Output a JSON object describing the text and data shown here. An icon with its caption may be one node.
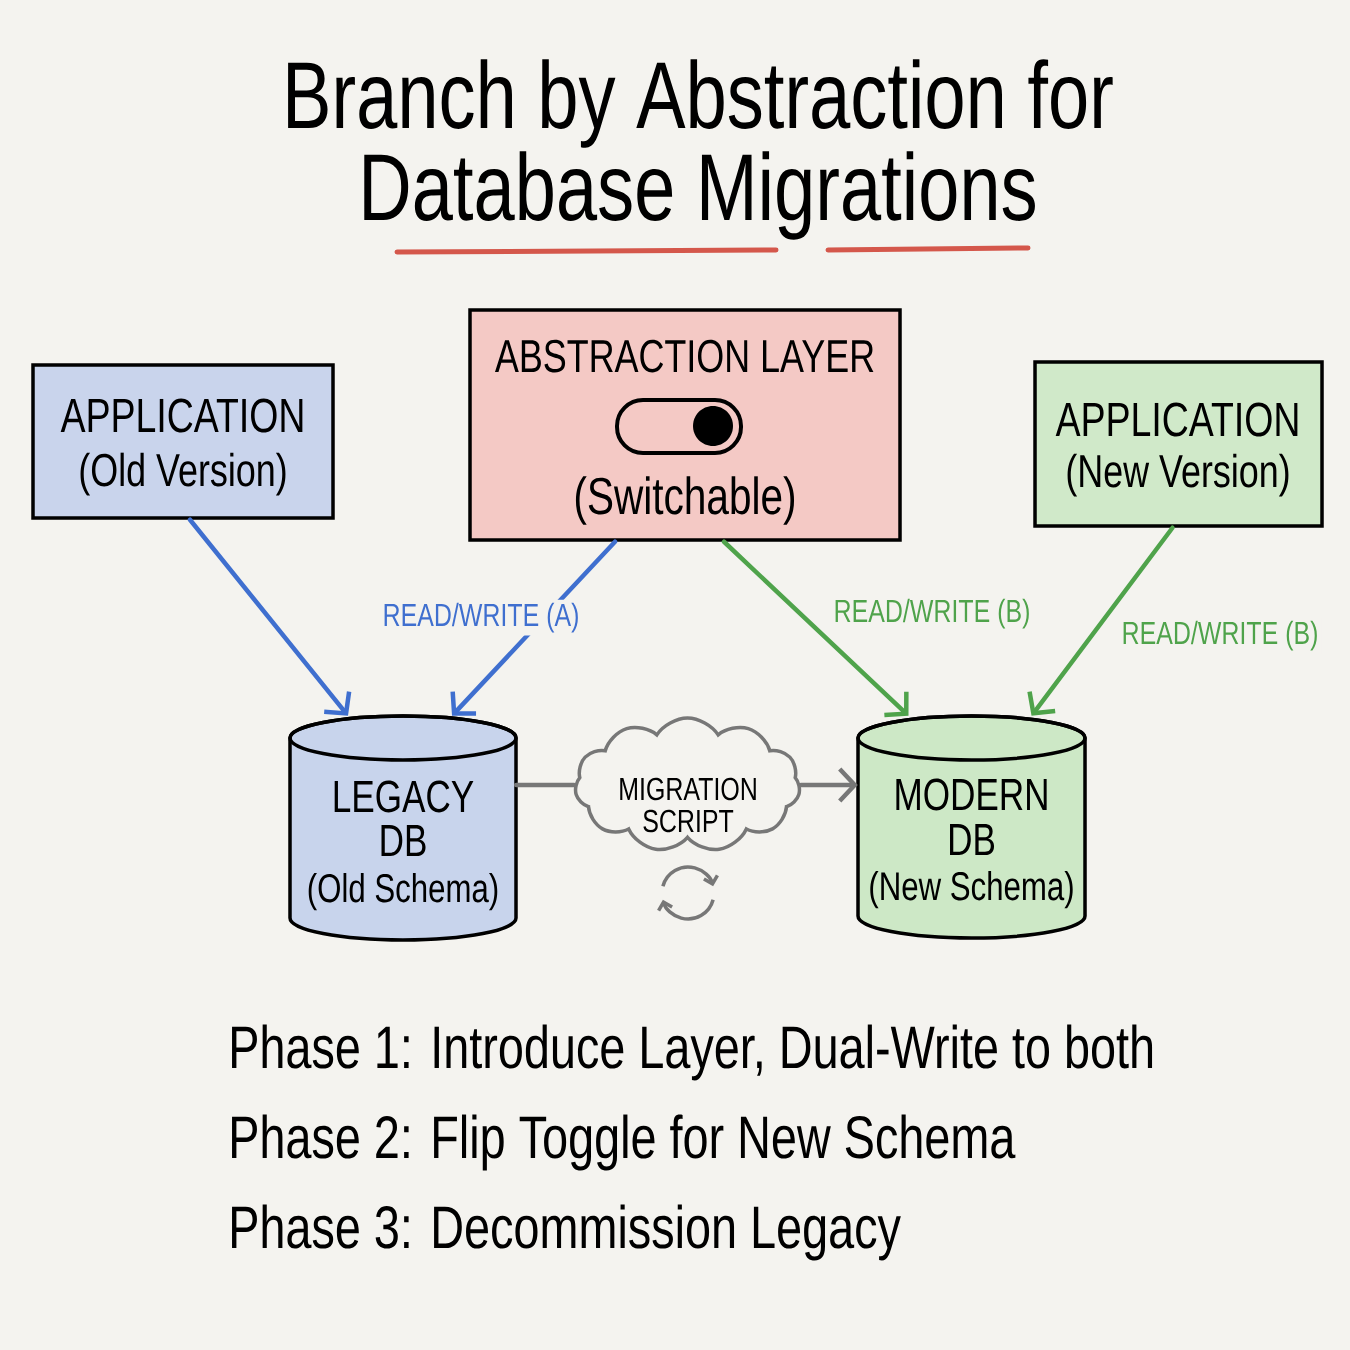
{
  "diagram": {
    "title": "Branch by Abstraction for Database Migrations",
    "nodes": [
      {
        "text": [
          "APPLICATION",
          "(Old Version)"
        ]
      },
      {
        "text": [
          "ABSTRACTION LAYER",
          "(Switchable)"
        ]
      },
      {
        "text": [
          "APPLICATION",
          "(New Version)"
        ]
      },
      {
        "text": [
          "LEGACY DB",
          "(Old Schema)"
        ]
      },
      {
        "text": [
          "MIGRATION SCRIPT"
        ]
      },
      {
        "text": [
          "MODERN DB",
          "(New Schema)"
        ]
      }
    ],
    "edges": [
      {
        "from": 0,
        "to": 3,
        "arrow": "to",
        "color": "#3f6fcf"
      },
      {
        "from": 1,
        "to": 3,
        "arrow": "to",
        "label": "READ/WRITE (A)",
        "color": "#3f6fcf"
      },
      {
        "from": 1,
        "to": 5,
        "arrow": "to",
        "label": "READ/WRITE (B)",
        "color": "#4fa34b"
      },
      {
        "from": 2,
        "to": 5,
        "arrow": "to",
        "label": "READ/WRITE (B)",
        "color": "#4fa34b"
      },
      {
        "from": 3,
        "to": 4,
        "arrow": "none",
        "color": "#777777"
      },
      {
        "from": 4,
        "to": 5,
        "arrow": "to",
        "color": "#777777"
      }
    ],
    "labels": [
      "Phase 1: Introduce Layer, Dual-Write to both",
      "Phase 2: Flip Toggle for New Schema",
      "Phase 3: Decommission Legacy"
    ]
  }
}
